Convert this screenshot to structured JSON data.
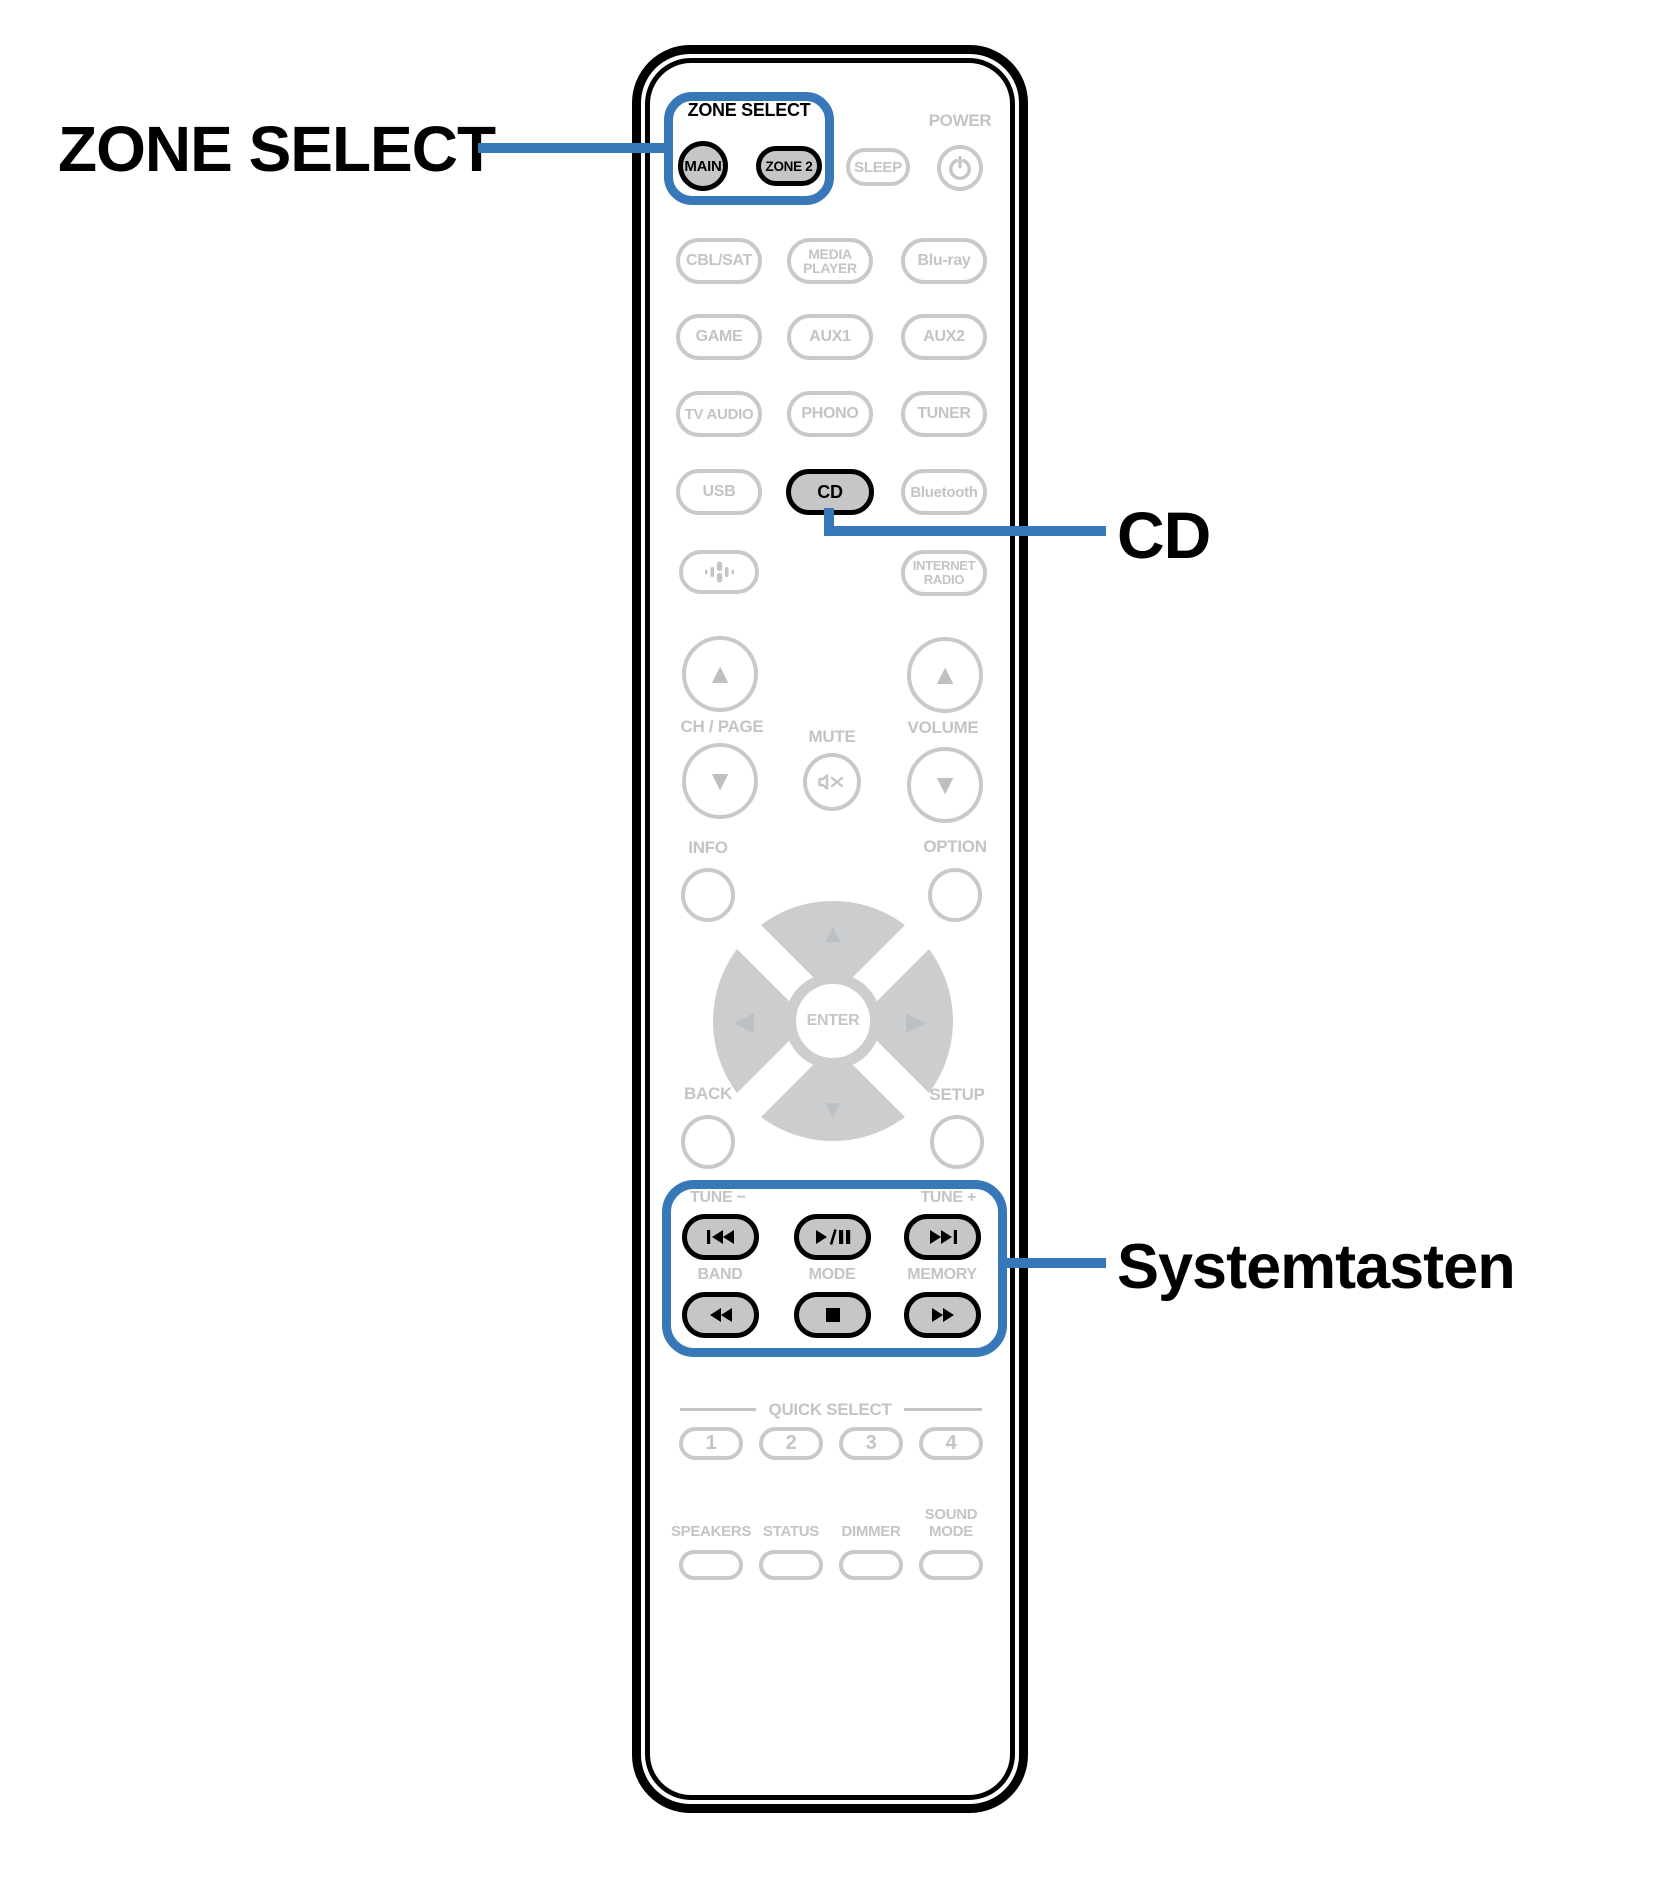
{
  "colors": {
    "accent_blue": "#3878B8",
    "button_fill_gray": "#C5C6C8",
    "outline_gray": "#C7C9CB",
    "label_gray": "#C2C4C6",
    "black": "#000000"
  },
  "callouts": {
    "zone_select": "ZONE SELECT",
    "cd": "CD",
    "systemtasten": "Systemtasten"
  },
  "icons": {
    "up_triangle": "▲",
    "down_triangle": "▼",
    "left_triangle": "◀",
    "right_triangle": "▶",
    "power": "power-symbol",
    "mute": "speaker-muted",
    "eq": "sound-fader",
    "transport": [
      "skip-back",
      "play-pause",
      "skip-forward",
      "rewind",
      "stop",
      "fast-forward"
    ]
  },
  "remote": {
    "zone_select": {
      "label": "ZONE SELECT",
      "main": "MAIN",
      "zone2": "ZONE 2"
    },
    "power_label": "POWER",
    "sleep": "SLEEP",
    "sources": {
      "cbl_sat": "CBL/SAT",
      "media_player_1": "MEDIA",
      "media_player_2": "PLAYER",
      "blu_ray": "Blu-ray",
      "game": "GAME",
      "aux1": "AUX1",
      "aux2": "AUX2",
      "tv_audio": "TV AUDIO",
      "phono": "PHONO",
      "tuner": "TUNER",
      "usb": "USB",
      "cd": "CD",
      "bluetooth": "Bluetooth",
      "internet_radio_1": "INTERNET",
      "internet_radio_2": "RADIO"
    },
    "nav": {
      "ch_page": "CH / PAGE",
      "mute": "MUTE",
      "volume": "VOLUME",
      "info": "INFO",
      "option": "OPTION",
      "enter": "ENTER",
      "back": "BACK",
      "setup": "SETUP"
    },
    "transport": {
      "tune_minus": "TUNE −",
      "tune_plus": "TUNE +",
      "band": "BAND",
      "mode": "MODE",
      "memory": "MEMORY"
    },
    "quick_select": {
      "label": "QUICK SELECT",
      "buttons": [
        "1",
        "2",
        "3",
        "4"
      ]
    },
    "bottom": {
      "speakers": "SPEAKERS",
      "status": "STATUS",
      "dimmer": "DIMMER",
      "sound_mode_1": "SOUND",
      "sound_mode_2": "MODE"
    }
  }
}
